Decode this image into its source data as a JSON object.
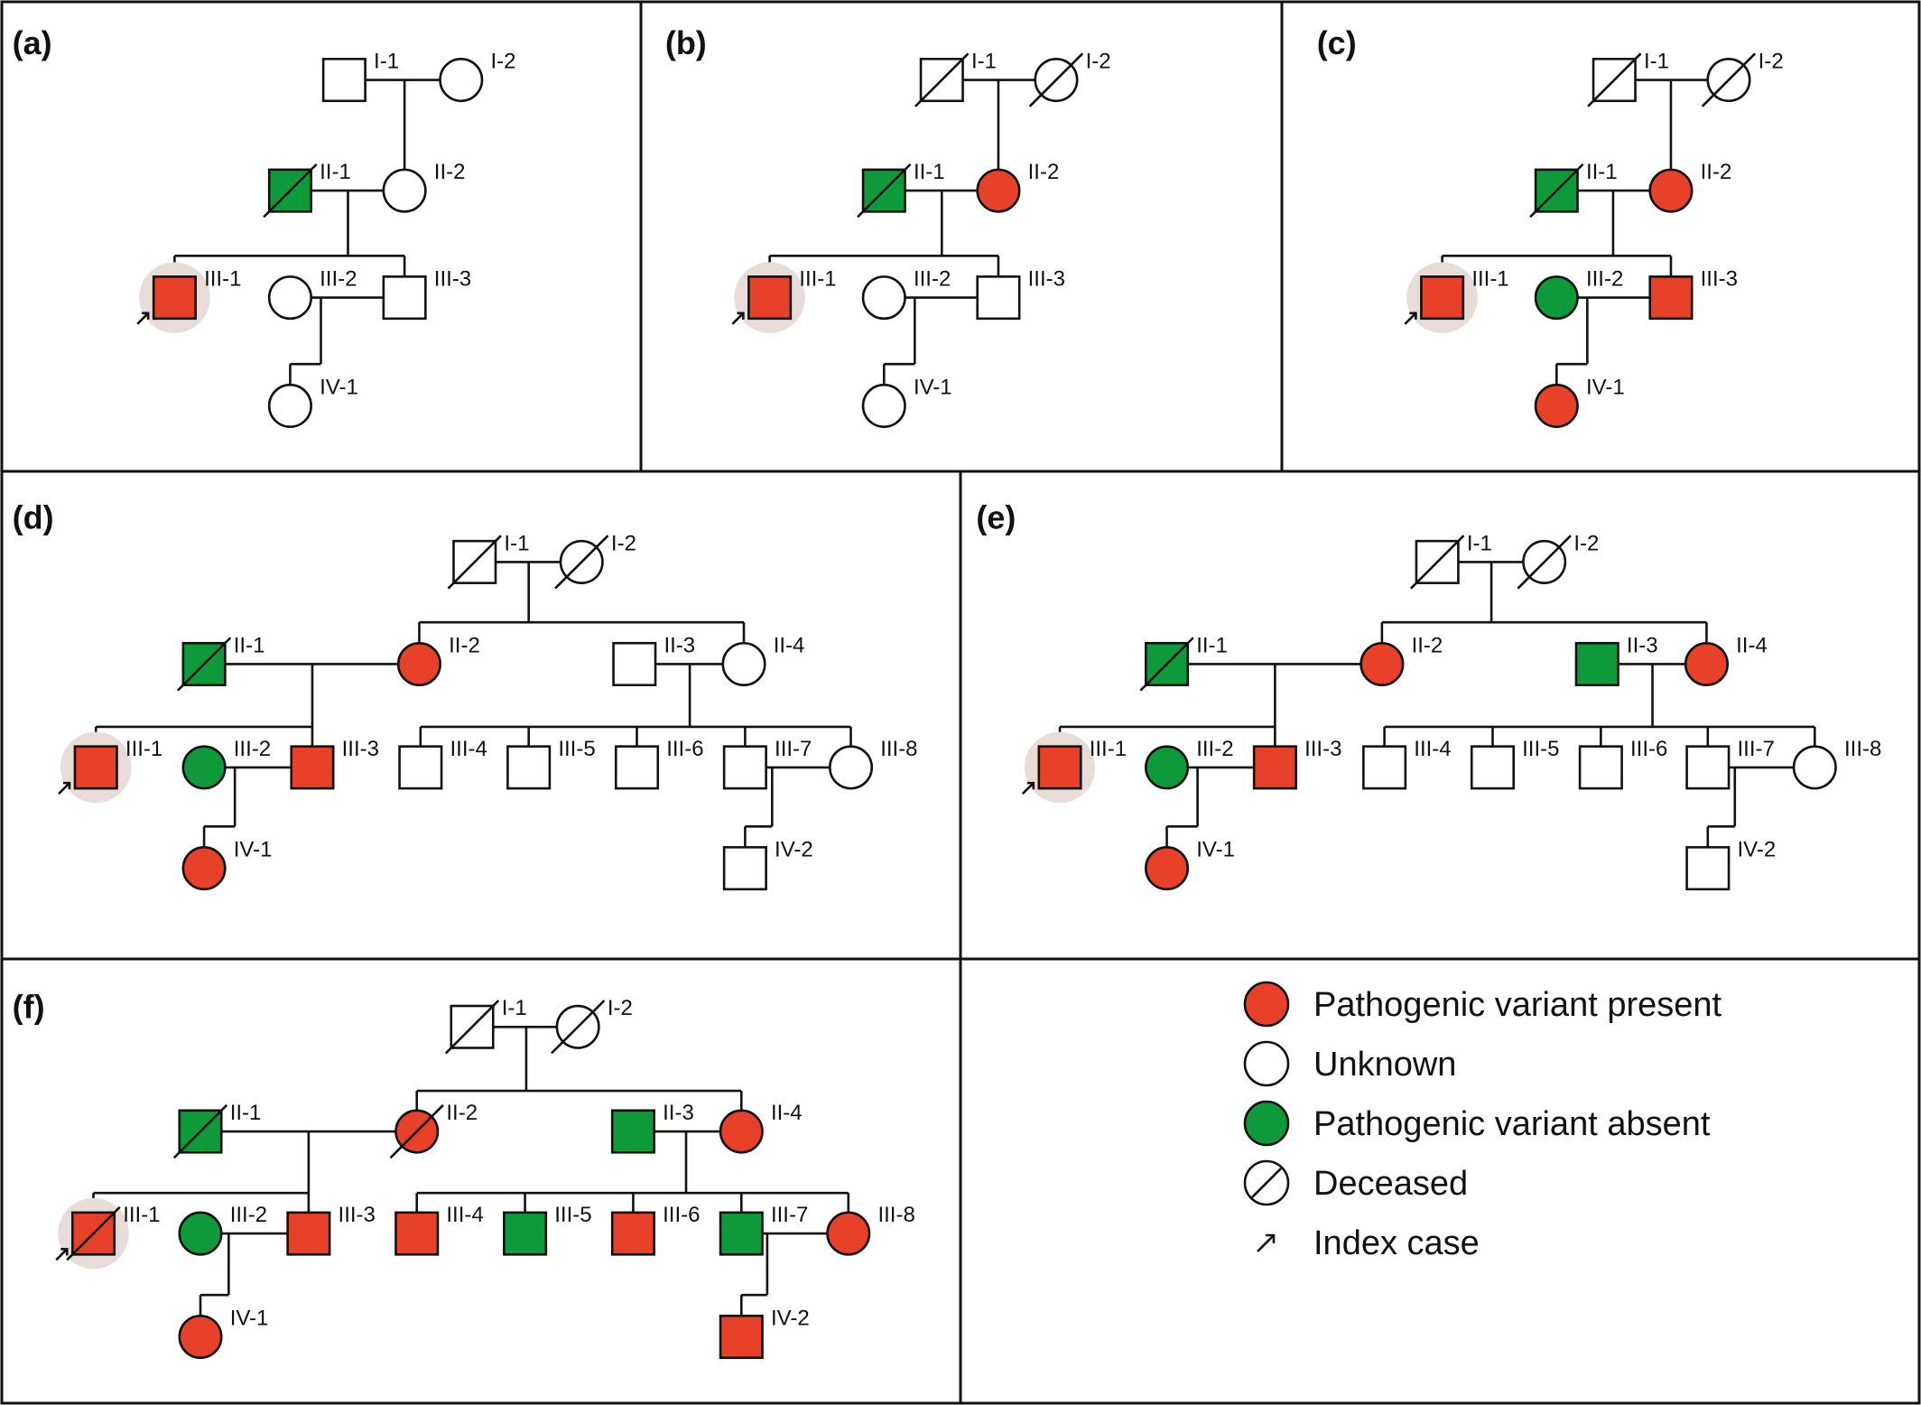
{
  "colors": {
    "present": "#e8412a",
    "absent": "#0e9a3a",
    "unknown": "#ffffff",
    "index_halo": "#e7dcd8",
    "line": "#111111"
  },
  "panels": [
    {
      "letter": "(a)",
      "individuals": [
        {
          "id": "I-1",
          "sex": "m",
          "status": "unknown"
        },
        {
          "id": "I-2",
          "sex": "f",
          "status": "unknown"
        },
        {
          "id": "II-1",
          "sex": "m",
          "status": "absent",
          "deceased": true
        },
        {
          "id": "II-2",
          "sex": "f",
          "status": "unknown"
        },
        {
          "id": "III-1",
          "sex": "m",
          "status": "present",
          "index": true
        },
        {
          "id": "III-2",
          "sex": "f",
          "status": "unknown"
        },
        {
          "id": "III-3",
          "sex": "m",
          "status": "unknown"
        },
        {
          "id": "IV-1",
          "sex": "f",
          "status": "unknown"
        }
      ]
    },
    {
      "letter": "(b)",
      "individuals": [
        {
          "id": "I-1",
          "sex": "m",
          "status": "unknown",
          "deceased": true
        },
        {
          "id": "I-2",
          "sex": "f",
          "status": "unknown",
          "deceased": true
        },
        {
          "id": "II-1",
          "sex": "m",
          "status": "absent",
          "deceased": true
        },
        {
          "id": "II-2",
          "sex": "f",
          "status": "present"
        },
        {
          "id": "III-1",
          "sex": "m",
          "status": "present",
          "index": true
        },
        {
          "id": "III-2",
          "sex": "f",
          "status": "unknown"
        },
        {
          "id": "III-3",
          "sex": "m",
          "status": "unknown"
        },
        {
          "id": "IV-1",
          "sex": "f",
          "status": "unknown"
        }
      ]
    },
    {
      "letter": "(c)",
      "individuals": [
        {
          "id": "I-1",
          "sex": "m",
          "status": "unknown",
          "deceased": true
        },
        {
          "id": "I-2",
          "sex": "f",
          "status": "unknown",
          "deceased": true
        },
        {
          "id": "II-1",
          "sex": "m",
          "status": "absent",
          "deceased": true
        },
        {
          "id": "II-2",
          "sex": "f",
          "status": "present"
        },
        {
          "id": "III-1",
          "sex": "m",
          "status": "present",
          "index": true
        },
        {
          "id": "III-2",
          "sex": "f",
          "status": "absent"
        },
        {
          "id": "III-3",
          "sex": "m",
          "status": "present"
        },
        {
          "id": "IV-1",
          "sex": "f",
          "status": "present"
        }
      ]
    },
    {
      "letter": "(d)",
      "individuals": [
        {
          "id": "I-1",
          "sex": "m",
          "status": "unknown",
          "deceased": true
        },
        {
          "id": "I-2",
          "sex": "f",
          "status": "unknown",
          "deceased": true
        },
        {
          "id": "II-1",
          "sex": "m",
          "status": "absent",
          "deceased": true
        },
        {
          "id": "II-2",
          "sex": "f",
          "status": "present"
        },
        {
          "id": "II-3",
          "sex": "m",
          "status": "unknown"
        },
        {
          "id": "II-4",
          "sex": "f",
          "status": "unknown"
        },
        {
          "id": "III-1",
          "sex": "m",
          "status": "present",
          "index": true
        },
        {
          "id": "III-2",
          "sex": "f",
          "status": "absent"
        },
        {
          "id": "III-3",
          "sex": "m",
          "status": "present"
        },
        {
          "id": "III-4",
          "sex": "m",
          "status": "unknown"
        },
        {
          "id": "III-5",
          "sex": "m",
          "status": "unknown"
        },
        {
          "id": "III-6",
          "sex": "m",
          "status": "unknown"
        },
        {
          "id": "III-7",
          "sex": "m",
          "status": "unknown"
        },
        {
          "id": "III-8",
          "sex": "f",
          "status": "unknown"
        },
        {
          "id": "IV-1",
          "sex": "f",
          "status": "present"
        },
        {
          "id": "IV-2",
          "sex": "m",
          "status": "unknown"
        }
      ]
    },
    {
      "letter": "(e)",
      "individuals": [
        {
          "id": "I-1",
          "sex": "m",
          "status": "unknown",
          "deceased": true
        },
        {
          "id": "I-2",
          "sex": "f",
          "status": "unknown",
          "deceased": true
        },
        {
          "id": "II-1",
          "sex": "m",
          "status": "absent",
          "deceased": true
        },
        {
          "id": "II-2",
          "sex": "f",
          "status": "present"
        },
        {
          "id": "II-3",
          "sex": "m",
          "status": "absent"
        },
        {
          "id": "II-4",
          "sex": "f",
          "status": "present"
        },
        {
          "id": "III-1",
          "sex": "m",
          "status": "present",
          "index": true
        },
        {
          "id": "III-2",
          "sex": "f",
          "status": "absent"
        },
        {
          "id": "III-3",
          "sex": "m",
          "status": "present"
        },
        {
          "id": "III-4",
          "sex": "m",
          "status": "unknown"
        },
        {
          "id": "III-5",
          "sex": "m",
          "status": "unknown"
        },
        {
          "id": "III-6",
          "sex": "m",
          "status": "unknown"
        },
        {
          "id": "III-7",
          "sex": "m",
          "status": "unknown"
        },
        {
          "id": "III-8",
          "sex": "f",
          "status": "unknown"
        },
        {
          "id": "IV-1",
          "sex": "f",
          "status": "present"
        },
        {
          "id": "IV-2",
          "sex": "m",
          "status": "unknown"
        }
      ]
    },
    {
      "letter": "(f)",
      "individuals": [
        {
          "id": "I-1",
          "sex": "m",
          "status": "unknown",
          "deceased": true
        },
        {
          "id": "I-2",
          "sex": "f",
          "status": "unknown",
          "deceased": true
        },
        {
          "id": "II-1",
          "sex": "m",
          "status": "absent",
          "deceased": true
        },
        {
          "id": "II-2",
          "sex": "f",
          "status": "present",
          "deceased": true
        },
        {
          "id": "II-3",
          "sex": "m",
          "status": "absent"
        },
        {
          "id": "II-4",
          "sex": "f",
          "status": "present"
        },
        {
          "id": "III-1",
          "sex": "m",
          "status": "present",
          "index": true,
          "deceased": true
        },
        {
          "id": "III-2",
          "sex": "f",
          "status": "absent"
        },
        {
          "id": "III-3",
          "sex": "m",
          "status": "present"
        },
        {
          "id": "III-4",
          "sex": "m",
          "status": "present"
        },
        {
          "id": "III-5",
          "sex": "m",
          "status": "absent"
        },
        {
          "id": "III-6",
          "sex": "m",
          "status": "present"
        },
        {
          "id": "III-7",
          "sex": "m",
          "status": "absent"
        },
        {
          "id": "III-8",
          "sex": "f",
          "status": "present"
        },
        {
          "id": "IV-1",
          "sex": "f",
          "status": "present"
        },
        {
          "id": "IV-2",
          "sex": "m",
          "status": "present"
        }
      ]
    }
  ],
  "legend": [
    {
      "key": "present",
      "label": "Pathogenic variant present",
      "icon": "red-filled-circle"
    },
    {
      "key": "unknown",
      "label": "Unknown",
      "icon": "open-circle"
    },
    {
      "key": "absent",
      "label": "Pathogenic variant absent",
      "icon": "green-filled-circle"
    },
    {
      "key": "deceased",
      "label": "Deceased",
      "icon": "slashed-circle"
    },
    {
      "key": "index",
      "label": "Index case",
      "icon": "arrow-icon"
    }
  ]
}
